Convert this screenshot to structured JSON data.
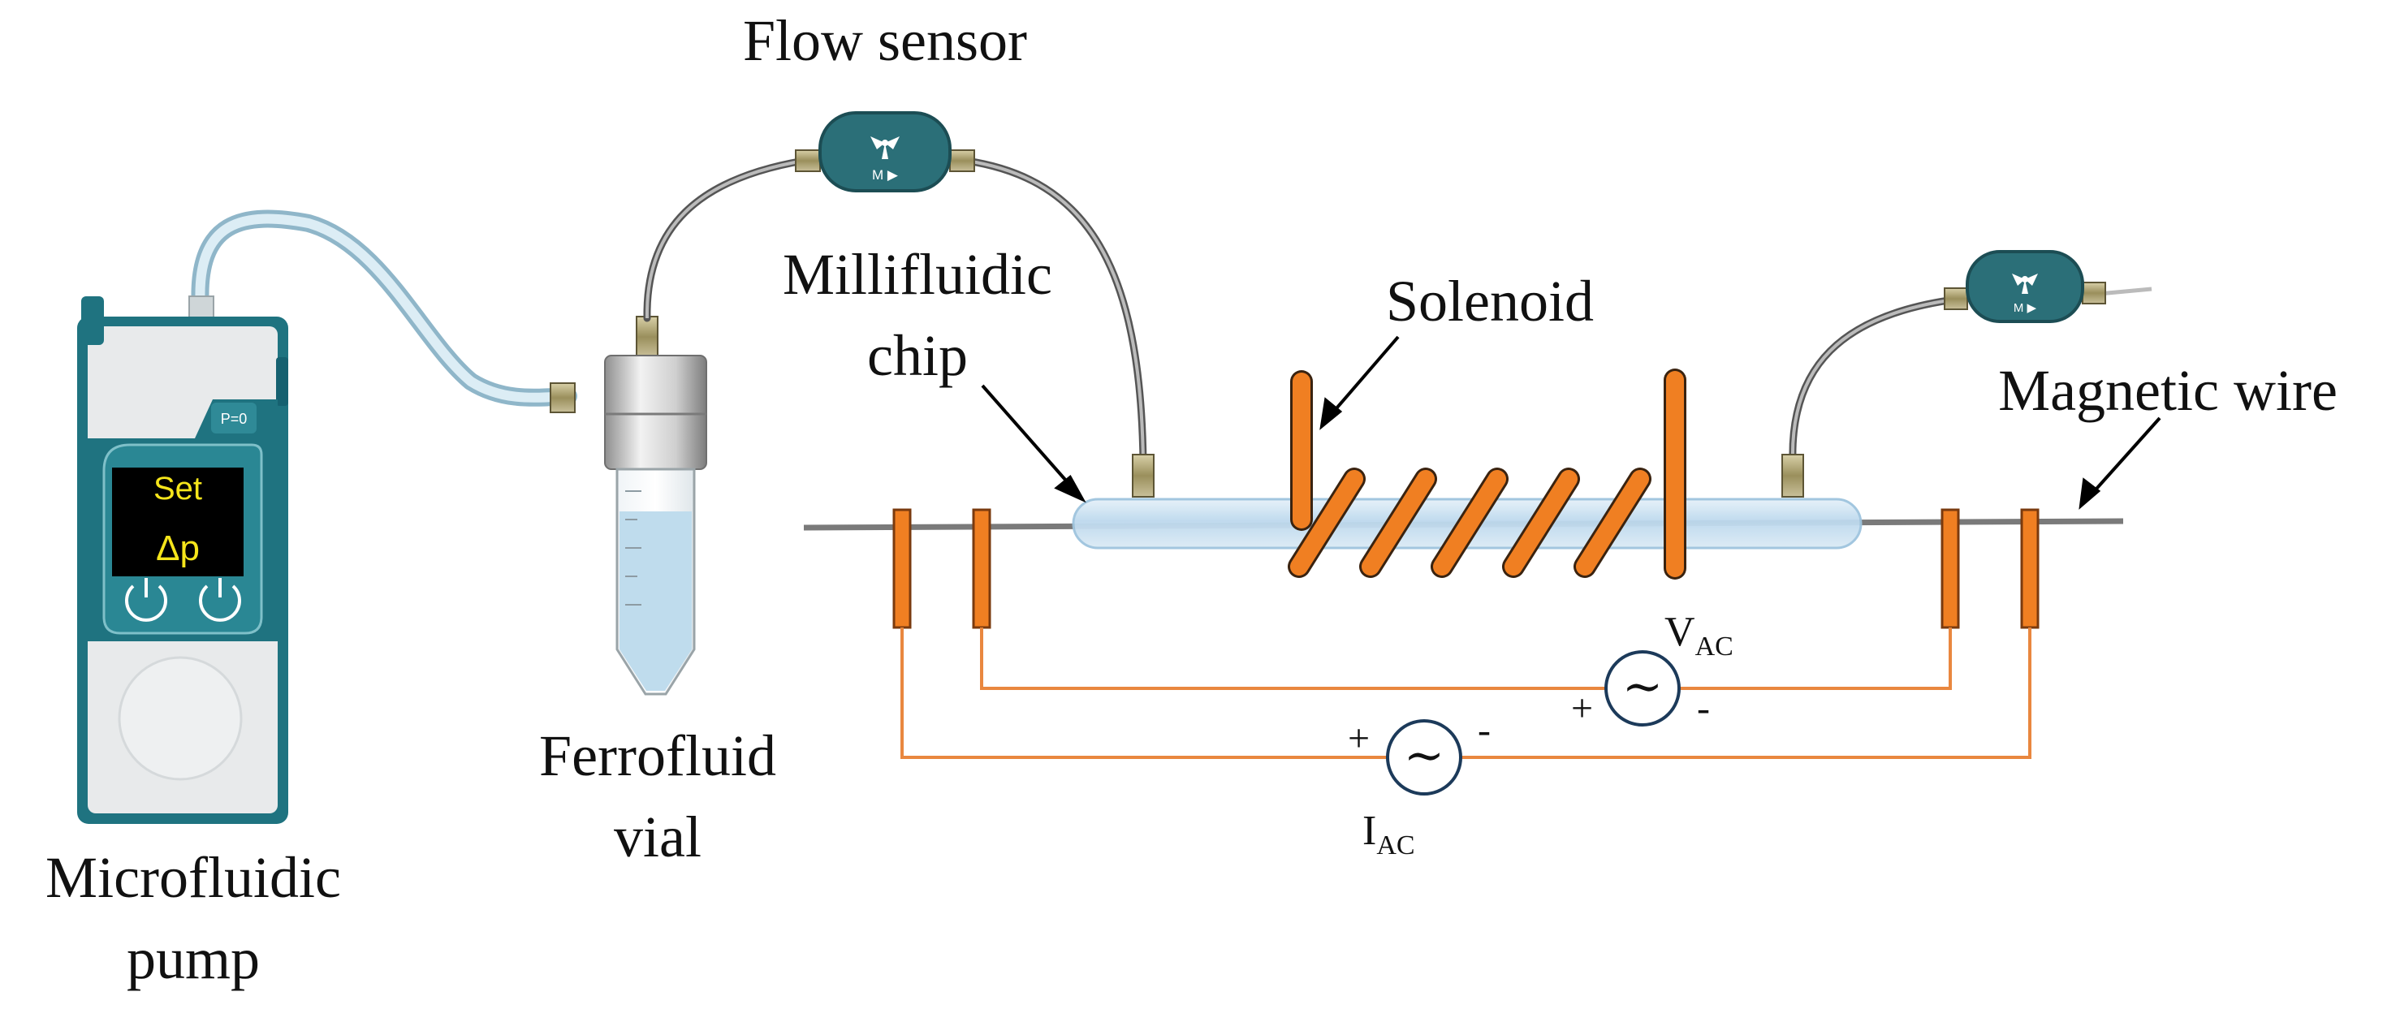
{
  "labels": {
    "flow_sensor": "Flow sensor",
    "millifluidic_line1": "Millifluidic",
    "millifluidic_line2": "chip",
    "solenoid": "Solenoid",
    "magnetic_wire": "Magnetic wire",
    "ferrofluid_line1": "Ferrofluid",
    "ferrofluid_line2": "vial",
    "pump_line1": "Microfluidic",
    "pump_line2": "pump"
  },
  "pump": {
    "display_line1": "Set",
    "display_line2": "Δp",
    "badge": "P=0"
  },
  "sensor": {
    "mark": "M ▶"
  },
  "circuit": {
    "voltage_symbol": "V",
    "voltage_subscript": "AC",
    "current_symbol": "I",
    "current_subscript": "AC",
    "plus": "+",
    "minus": "-",
    "source_glyph": "∼"
  },
  "colors": {
    "copper": "#f07f22",
    "pump_teal": "#1f7380",
    "sensor_teal": "#2b6f78",
    "wire_gray": "#7a7a7a",
    "fluid_blue": "#b8d8ec"
  },
  "icons": [
    "flow-sensor-icon",
    "power-button-icon",
    "ac-source-icon"
  ]
}
